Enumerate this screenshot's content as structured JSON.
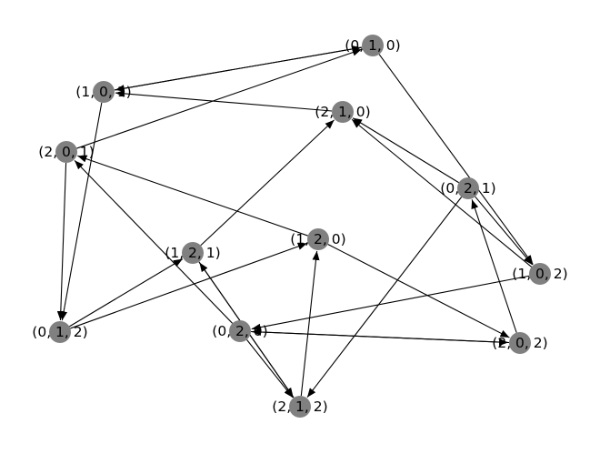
{
  "graph": {
    "node_color": "#808080",
    "edge_color": "#000000",
    "label_color": "#000000",
    "nodes": [
      {
        "id": "010",
        "label": "(0, 1, 0)"
      },
      {
        "id": "101",
        "label": "(1, 0, 1)"
      },
      {
        "id": "210",
        "label": "(2, 1, 0)"
      },
      {
        "id": "201",
        "label": "(2, 0, 1)"
      },
      {
        "id": "021",
        "label": "(0, 2, 1)"
      },
      {
        "id": "121",
        "label": "(1, 2, 1)"
      },
      {
        "id": "120",
        "label": "(1, 2, 0)"
      },
      {
        "id": "102",
        "label": "(1, 0, 2)"
      },
      {
        "id": "012",
        "label": "(0, 1, 2)"
      },
      {
        "id": "020",
        "label": "(0, 2, 0)"
      },
      {
        "id": "202",
        "label": "(2, 0, 2)"
      },
      {
        "id": "212",
        "label": "(2, 1, 2)"
      }
    ],
    "edges": [
      {
        "from": "101",
        "to": "010"
      },
      {
        "from": "010",
        "to": "101"
      },
      {
        "from": "201",
        "to": "010"
      },
      {
        "from": "210",
        "to": "101"
      },
      {
        "from": "101",
        "to": "012"
      },
      {
        "from": "201",
        "to": "012"
      },
      {
        "from": "010",
        "to": "102"
      },
      {
        "from": "102",
        "to": "210"
      },
      {
        "from": "021",
        "to": "210"
      },
      {
        "from": "021",
        "to": "102"
      },
      {
        "from": "121",
        "to": "210"
      },
      {
        "from": "120",
        "to": "201"
      },
      {
        "from": "020",
        "to": "201"
      },
      {
        "from": "021",
        "to": "212"
      },
      {
        "from": "012",
        "to": "121"
      },
      {
        "from": "012",
        "to": "120"
      },
      {
        "from": "120",
        "to": "202"
      },
      {
        "from": "212",
        "to": "120"
      },
      {
        "from": "121",
        "to": "212"
      },
      {
        "from": "212",
        "to": "121"
      },
      {
        "from": "020",
        "to": "212"
      },
      {
        "from": "102",
        "to": "020"
      },
      {
        "from": "020",
        "to": "202"
      },
      {
        "from": "202",
        "to": "020"
      },
      {
        "from": "202",
        "to": "021"
      }
    ]
  }
}
